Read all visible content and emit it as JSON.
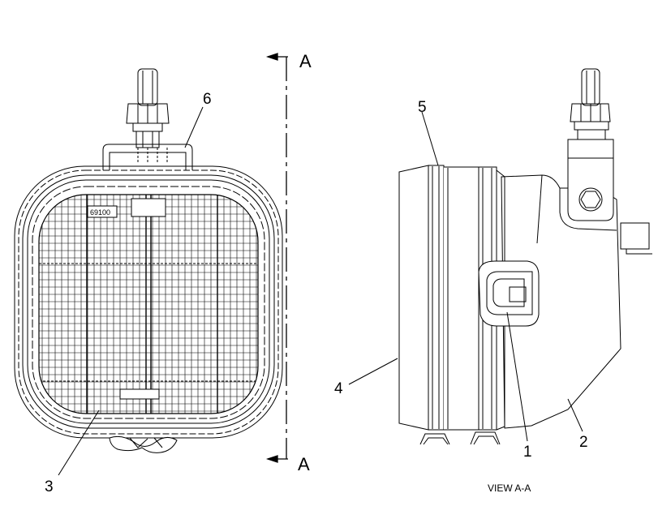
{
  "callouts": {
    "c1": "1",
    "c2": "2",
    "c3": "3",
    "c4": "4",
    "c5": "5",
    "c6": "6"
  },
  "section": {
    "top": "A",
    "bottom": "A"
  },
  "lens_badge": "69100",
  "view_caption": "VIEW A-A"
}
